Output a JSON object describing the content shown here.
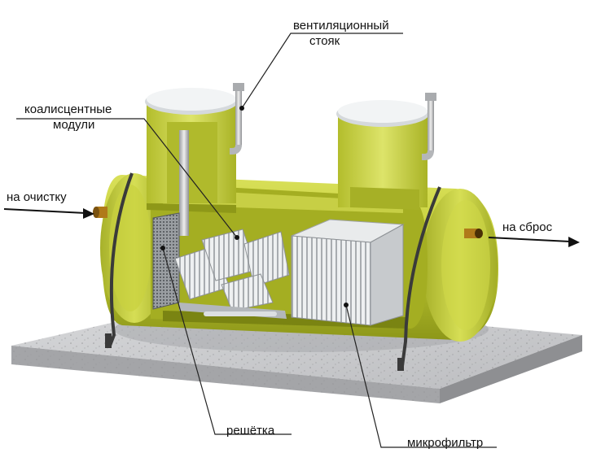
{
  "labels": {
    "vent_riser_line1": "вентиляционный",
    "vent_riser_line2": "стояк",
    "coalescent_line1": "коалисцентные",
    "coalescent_line2": "модули",
    "inlet": "на очистку",
    "outlet": "на сброс",
    "grate": "решётка",
    "microfilter": "микрофильтр"
  },
  "colors": {
    "tank_body": "#c8d23c",
    "tank_dark": "#8f9a1c",
    "tank_light": "#e3ea7a",
    "slab": "#cfd0d2",
    "module_frame": "#b9bcc0",
    "lid": "#e8ecee"
  }
}
